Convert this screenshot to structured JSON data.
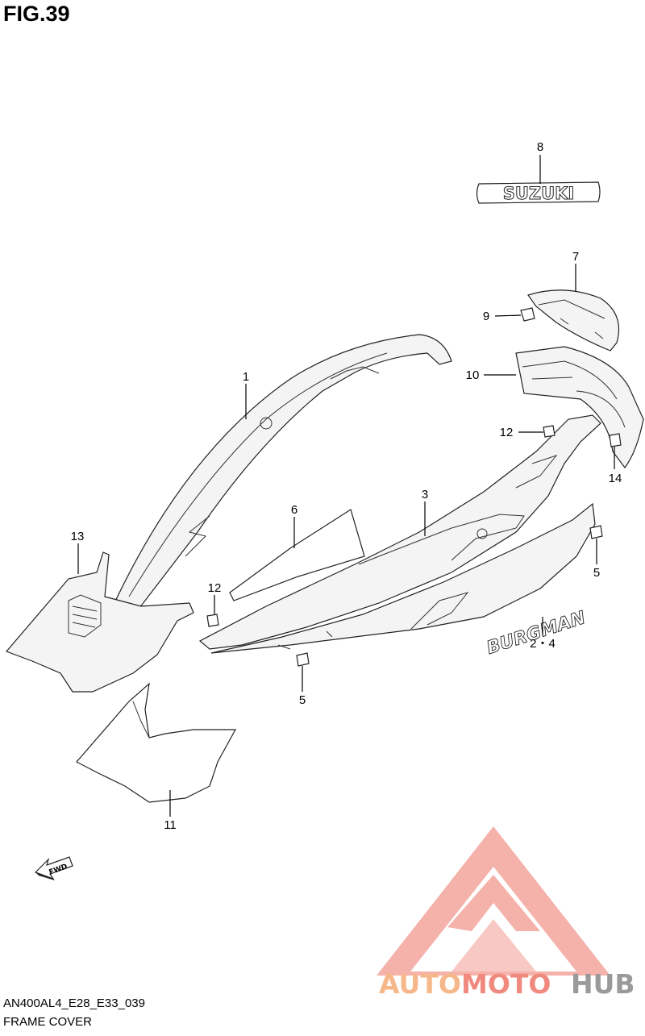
{
  "figure": {
    "title": "FIG.39",
    "code": "AN400AL4_E28_E33_039",
    "name": "FRAME COVER"
  },
  "parts": [
    {
      "id": "1",
      "label": "1"
    },
    {
      "id": "2-4",
      "label": "2・4"
    },
    {
      "id": "3",
      "label": "3"
    },
    {
      "id": "5a",
      "label": "5"
    },
    {
      "id": "5b",
      "label": "5"
    },
    {
      "id": "6",
      "label": "6"
    },
    {
      "id": "7",
      "label": "7"
    },
    {
      "id": "8",
      "label": "8"
    },
    {
      "id": "9",
      "label": "9"
    },
    {
      "id": "10",
      "label": "10"
    },
    {
      "id": "11",
      "label": "11"
    },
    {
      "id": "12a",
      "label": "12"
    },
    {
      "id": "12b",
      "label": "12"
    },
    {
      "id": "13",
      "label": "13"
    },
    {
      "id": "14",
      "label": "14"
    }
  ],
  "emblems": {
    "suzuki": "SUZUKI",
    "burgman": "BURGMAN",
    "fwd": "FWD"
  },
  "watermark": {
    "brand_part1": "AUTO",
    "brand_part2": "MOTO",
    "brand_part3": "HUB",
    "color_primary": "#f08a7e",
    "color_secondary": "#f6b88a",
    "color_hub": "#9a9a9a"
  }
}
